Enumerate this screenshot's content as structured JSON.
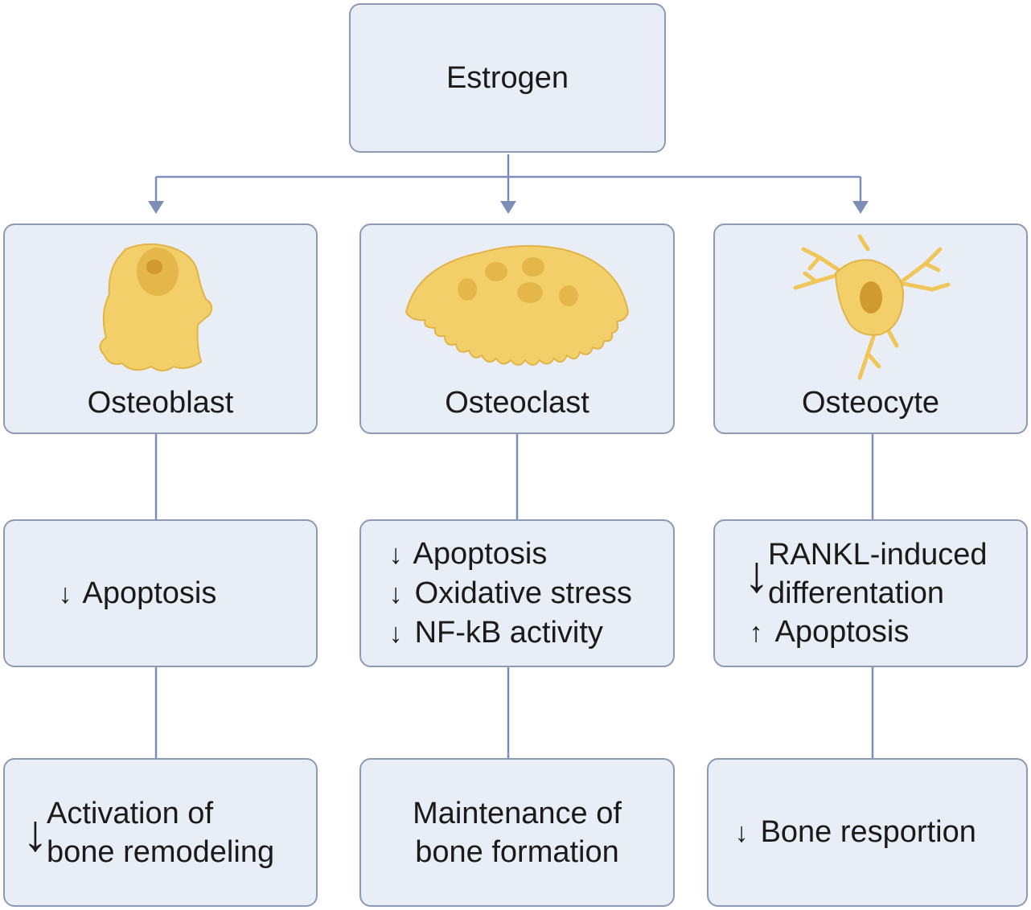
{
  "root": {
    "label": "Estrogen"
  },
  "columns": [
    {
      "cell": "Osteoblast",
      "effect": [
        {
          "arrow": "↓",
          "text": "Apoptosis"
        }
      ],
      "outcome": {
        "arrow": "↓",
        "lines": [
          "Activation of",
          "bone remodeling"
        ]
      }
    },
    {
      "cell": "Osteoclast",
      "effect": [
        {
          "arrow": "↓",
          "text": "Apoptosis"
        },
        {
          "arrow": "↓",
          "text": "Oxidative stress"
        },
        {
          "arrow": "↓",
          "text": "NF-kB activity"
        }
      ],
      "outcome": {
        "arrow": "",
        "lines": [
          "Maintenance of",
          "bone formation"
        ]
      }
    },
    {
      "cell": "Osteocyte",
      "effect": [
        {
          "arrow": "↓",
          "lines": [
            "RANKL-induced",
            "differentation"
          ]
        },
        {
          "arrow": "↑",
          "text": "Apoptosis"
        }
      ],
      "outcome": {
        "arrow": "↓",
        "lines": [
          "Bone resportion"
        ]
      }
    }
  ],
  "colors": {
    "box_fill": "#e9eef6",
    "box_border": "#8e9ab3",
    "connector": "#7d8fb8",
    "cell_fill": "#f3cf6a",
    "cell_nucleus": "#d9a83c"
  },
  "icons": [
    "osteoblast-cell-illustration",
    "osteoclast-cell-illustration",
    "osteocyte-cell-illustration"
  ]
}
